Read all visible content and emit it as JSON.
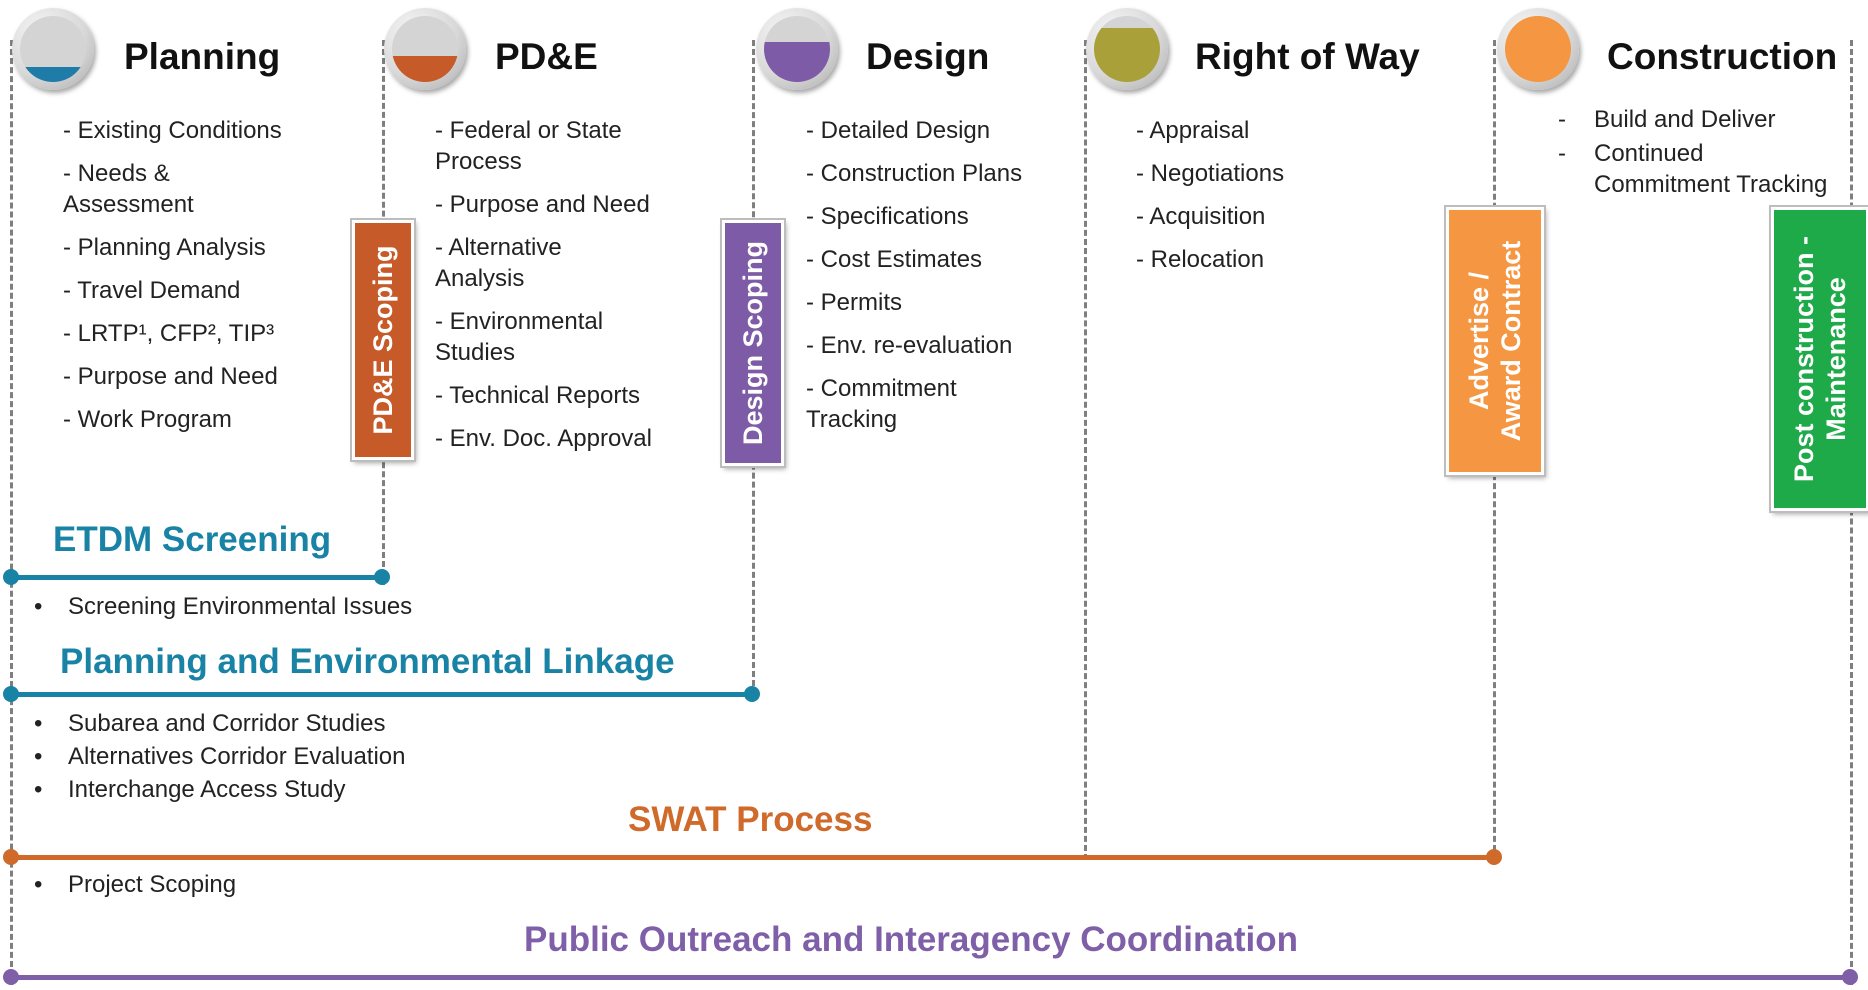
{
  "colors": {
    "planning": "#1f7ca8",
    "pde": "#c65a28",
    "design": "#7d5ba6",
    "row": "#a9a03a",
    "construction": "#f59642",
    "teal": "#1983a6",
    "swat": "#cf6a2b",
    "purple": "#7f5fa8",
    "green": "#1faa4a",
    "dashed": "#7f7f7f"
  },
  "phases": {
    "planning": {
      "title": "Planning",
      "items": [
        "- Existing Conditions",
        "- Needs & Assessment",
        "- Planning Analysis",
        "- Travel Demand",
        "- LRTP¹, CFP², TIP³",
        "- Purpose and Need",
        "- Work Program"
      ]
    },
    "pde": {
      "title": "PD&E",
      "items": [
        "- Federal or State Process",
        "- Purpose and Need",
        "- Alternative Analysis",
        "- Environmental Studies",
        "- Technical Reports",
        "- Env. Doc. Approval"
      ]
    },
    "design": {
      "title": "Design",
      "items": [
        "- Detailed Design",
        "- Construction Plans",
        "- Specifications",
        "- Cost Estimates",
        "- Permits",
        "- Env. re-evaluation",
        "- Commitment Tracking"
      ]
    },
    "row": {
      "title": "Right of Way",
      "items": [
        "- Appraisal",
        "- Negotiations",
        "- Acquisition",
        "- Relocation"
      ]
    },
    "construction": {
      "title": "Construction",
      "items": [
        "Build and Deliver",
        "Continued Commitment Tracking"
      ],
      "marker": "-"
    }
  },
  "tabs": {
    "pde_scoping": "PD&E Scoping",
    "design_scoping": "Design Scoping",
    "advertise_line1": "Advertise /",
    "advertise_line2": "Award Contract",
    "post_line1": "Post construction -",
    "post_line2": "Maintenance"
  },
  "bands": {
    "etdm": {
      "title": "ETDM Screening",
      "items": [
        "Screening Environmental Issues"
      ]
    },
    "pel": {
      "title": "Planning and Environmental Linkage",
      "items": [
        "Subarea and Corridor Studies",
        "Alternatives Corridor Evaluation",
        "Interchange Access Study"
      ]
    },
    "swat": {
      "title": "SWAT Process",
      "items": [
        "Project Scoping"
      ]
    },
    "outreach": {
      "title": "Public Outreach and Interagency Coordination"
    }
  }
}
